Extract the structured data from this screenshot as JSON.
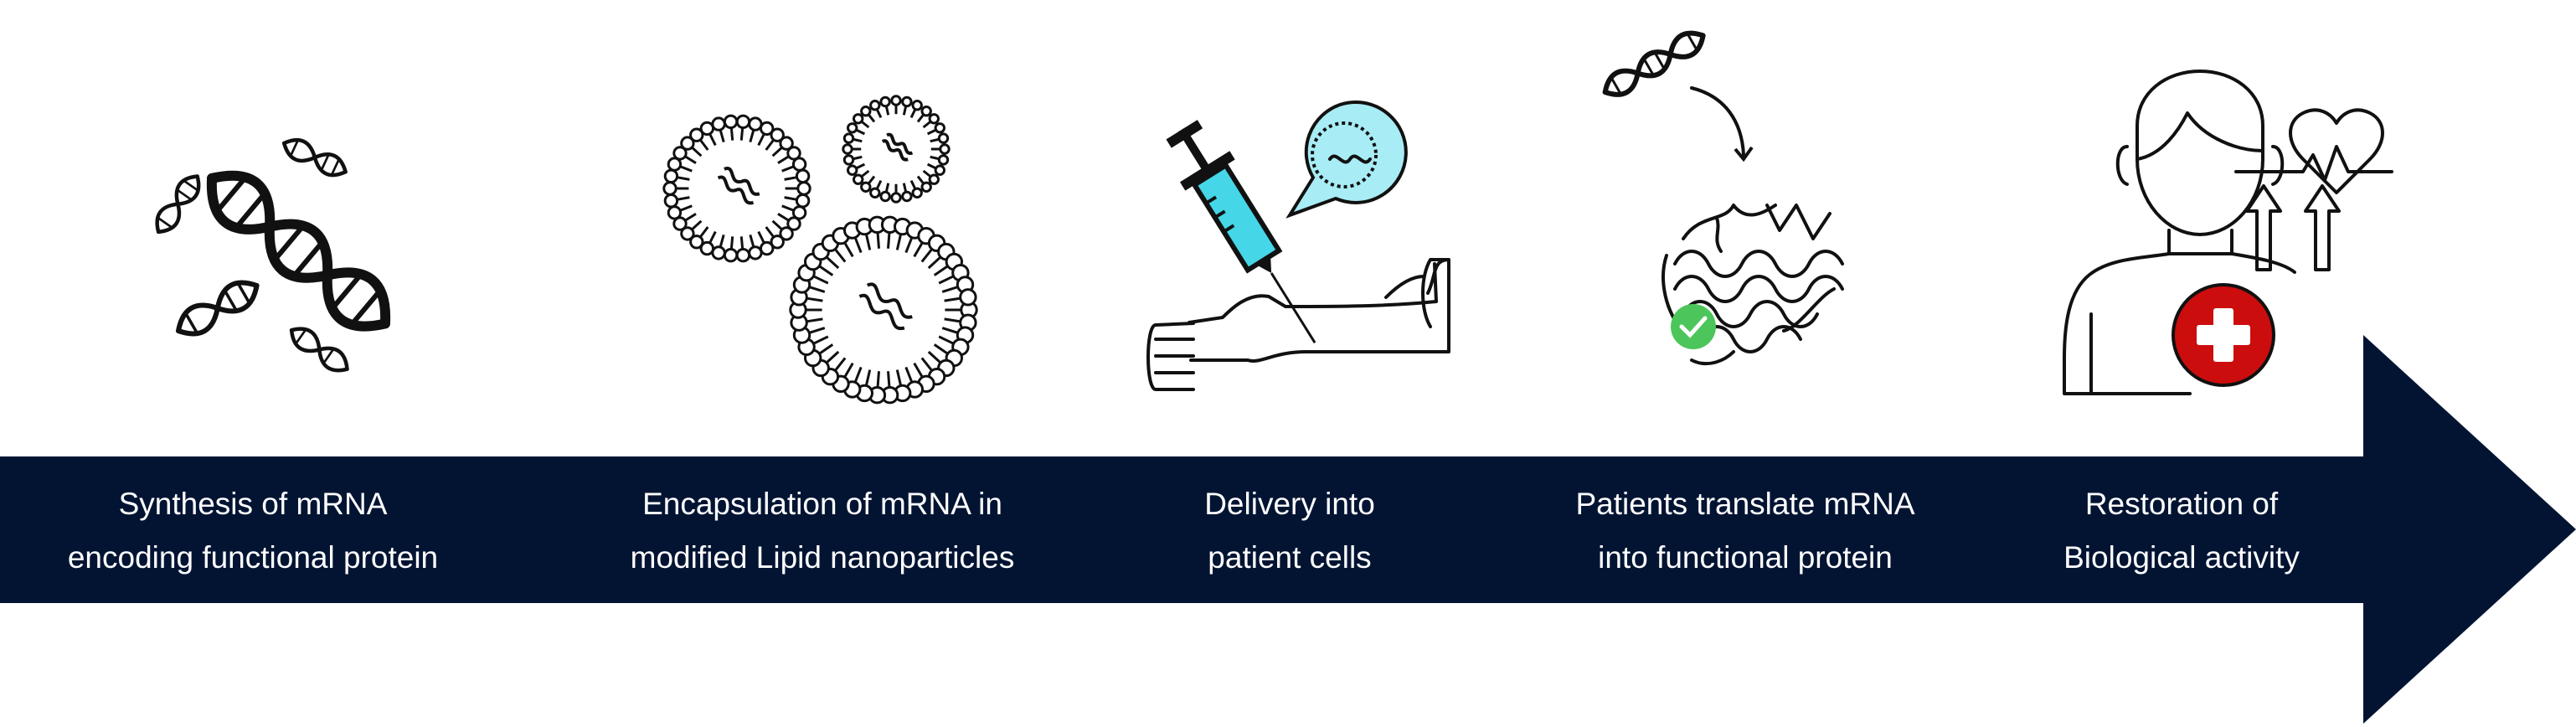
{
  "colors": {
    "arrow": "#031433",
    "label_text": "#ffffff",
    "syringe_fluid": "#45d6e8",
    "bubble": "#a8ecf5",
    "check": "#4cc65a",
    "medical_cross": "#cc0d0d"
  },
  "steps": [
    {
      "line1": "Synthesis of mRNA",
      "line2": "encoding functional protein",
      "icon": "dna-strands-icon"
    },
    {
      "line1": "Encapsulation of mRNA in",
      "line2": "modified Lipid nanoparticles",
      "icon": "lipid-nanoparticle-icon"
    },
    {
      "line1": "Delivery into",
      "line2": "patient cells",
      "icon": "syringe-arm-icon"
    },
    {
      "line1": "Patients translate mRNA",
      "line2": "into functional protein",
      "icon": "protein-translation-icon"
    },
    {
      "line1": "Restoration of",
      "line2": "Biological activity",
      "icon": "patient-health-icon"
    }
  ]
}
